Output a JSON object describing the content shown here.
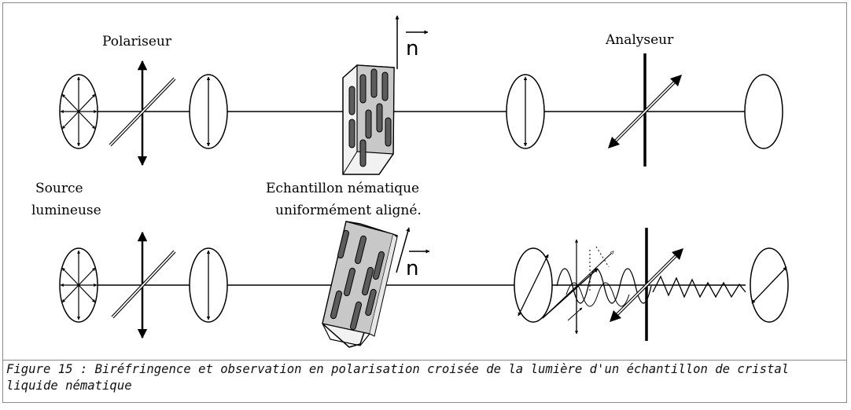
{
  "labels": {
    "polariseur": "Polariseur",
    "analyseur": "Analyseur",
    "source_line1": "Source",
    "source_line2": "lumineuse",
    "sample_line1": "Echantillon nématique",
    "sample_line2": "uniformément aligné.",
    "director": "n"
  },
  "caption": "Figure 15 : Biréfringence et observation en polarisation croisée de la lumière d'un échantillon de cristal liquide nématique",
  "colors": {
    "line": "#000000",
    "sample_face": "#c8c8c8",
    "sample_edge": "#f2f2f2",
    "rod": "#5c5c5c"
  }
}
